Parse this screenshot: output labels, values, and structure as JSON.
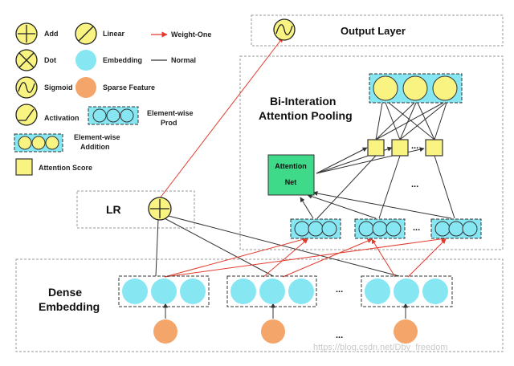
{
  "legend": {
    "add": "Add",
    "dot": "Dot",
    "sigmoid": "Sigmoid",
    "activation": "Activation",
    "element_wise_addition_line1": "Element-wise",
    "element_wise_addition_line2": "Addition",
    "attention_score": "Attention Score",
    "linear": "Linear",
    "embedding": "Embedding",
    "sparse_feature": "Sparse Feature",
    "element_wise_prod_line1": "Element-wise",
    "element_wise_prod_line2": "Prod",
    "weight_one": "Weight-One",
    "normal": "Normal"
  },
  "boxes": {
    "output_layer": "Output Layer",
    "bi_interaction_line1": "Bi-Interation",
    "bi_interaction_line2": "Attention Pooling",
    "lr": "LR",
    "dense_embedding_line1": "Dense",
    "dense_embedding_line2": "Embedding",
    "attention_net_line1": "Attention",
    "attention_net_line2": "Net"
  },
  "ellipses": {
    "dots": "..."
  },
  "watermark": "https://blog.csdn.net/Dby_freedom",
  "colors": {
    "yellow": "#f9f382",
    "cyan": "#86e6f2",
    "orange": "#f4a56a",
    "green": "#3fd98a",
    "red_edge": "#e23b2e",
    "gray_edge": "#333333"
  }
}
